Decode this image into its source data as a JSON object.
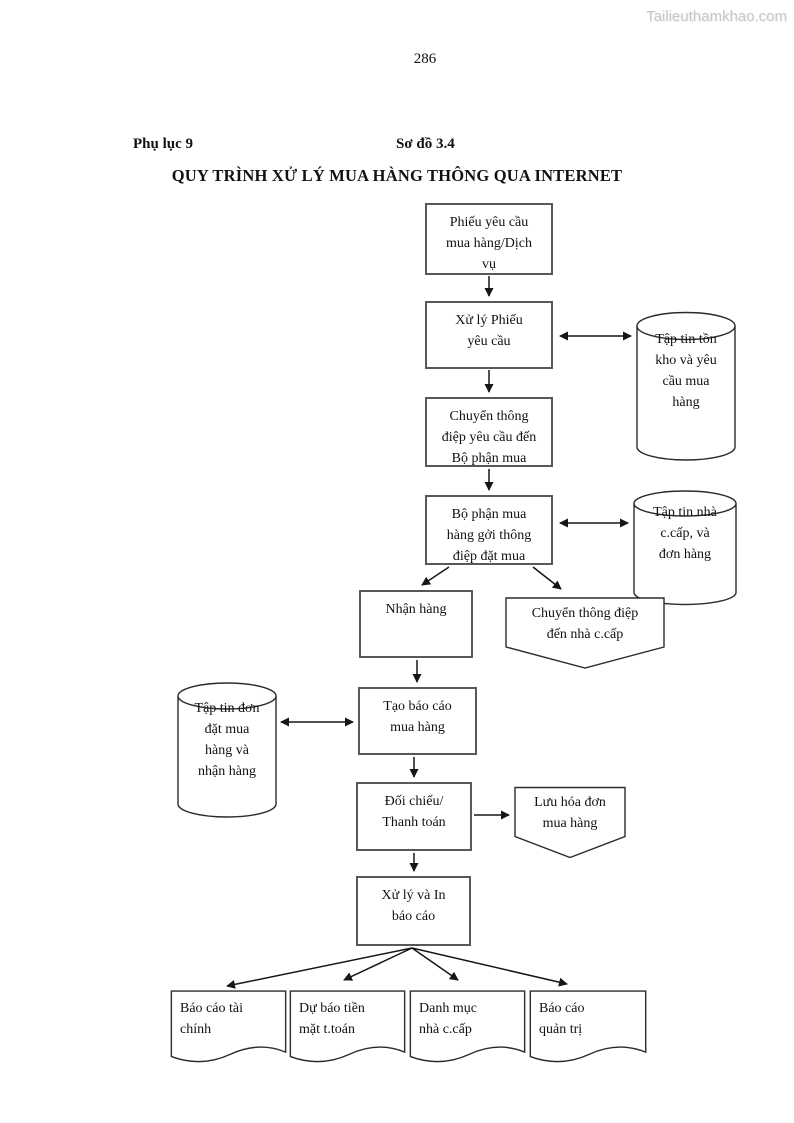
{
  "watermark": "Tailieuthamkhao.com",
  "page_number": "286",
  "header": {
    "appendix": "Phụ lục 9",
    "diagram_number": "Sơ đồ 3.4",
    "title": "QUY TRÌNH XỬ LÝ MUA HÀNG THÔNG QUA INTERNET"
  },
  "colors": {
    "box_border": "#585858",
    "shape_stroke": "#2b2b2b",
    "connector": "#161616",
    "text": "#111111",
    "watermark": "#c7c7c7",
    "background": "#ffffff"
  },
  "flowchart": {
    "nodes": {
      "request_form": {
        "shape": "rect",
        "label": "Phiếu yêu cầu\nmua hàng/Dịch\nvụ"
      },
      "process_request": {
        "shape": "rect",
        "label": "Xử lý Phiếu\nyêu cầu"
      },
      "inventory_file": {
        "shape": "cylinder",
        "label": "Tập tin tồn\nkho và yêu\ncầu mua\nhàng"
      },
      "send_request_message": {
        "shape": "rect",
        "label": "Chuyển thông\nđiệp yêu cầu đến\nBộ phận mua"
      },
      "purchasing_dept_order": {
        "shape": "rect",
        "label": "Bộ phận mua\nhàng gởi thông\nđiệp đặt mua"
      },
      "supplier_file": {
        "shape": "cylinder",
        "label": "Tập tin nhà\nc.cấp, và\nđơn hàng"
      },
      "receive_goods": {
        "shape": "rect",
        "label": "Nhận hàng"
      },
      "send_message_supplier": {
        "shape": "pentagon-down",
        "label": "Chuyển thông điệp\nđến nhà c.cấp"
      },
      "purchase_order_file": {
        "shape": "cylinder",
        "label": "Tập tin đơn\nđặt mua\nhàng và\nnhận hàng"
      },
      "create_purchase_report": {
        "shape": "rect",
        "label": "Tạo báo cáo\nmua hàng"
      },
      "reconcile_payment": {
        "shape": "rect",
        "label": "Đối chiếu/\nThanh toán"
      },
      "store_invoice": {
        "shape": "pentagon-down",
        "label": "Lưu hóa đơn\nmua hàng"
      },
      "process_print_reports": {
        "shape": "rect",
        "label": "Xử lý và In\nbáo cáo"
      },
      "financial_report": {
        "shape": "document",
        "label": "Báo cáo tài\nchính"
      },
      "cash_forecast": {
        "shape": "document",
        "label": "Dự báo tiền\nmặt t.toán"
      },
      "supplier_list": {
        "shape": "document",
        "label": "Danh mục\nnhà c.cấp"
      },
      "management_report": {
        "shape": "document",
        "label": "Báo cáo\nquản trị"
      }
    },
    "edges": [
      {
        "from": "request_form",
        "to": "process_request",
        "type": "arrow"
      },
      {
        "from": "process_request",
        "to": "inventory_file",
        "type": "double-arrow"
      },
      {
        "from": "process_request",
        "to": "send_request_message",
        "type": "arrow"
      },
      {
        "from": "send_request_message",
        "to": "purchasing_dept_order",
        "type": "arrow"
      },
      {
        "from": "purchasing_dept_order",
        "to": "supplier_file",
        "type": "double-arrow"
      },
      {
        "from": "purchasing_dept_order",
        "to": "receive_goods",
        "type": "arrow"
      },
      {
        "from": "purchasing_dept_order",
        "to": "send_message_supplier",
        "type": "arrow"
      },
      {
        "from": "receive_goods",
        "to": "create_purchase_report",
        "type": "arrow"
      },
      {
        "from": "purchase_order_file",
        "to": "create_purchase_report",
        "type": "double-arrow"
      },
      {
        "from": "create_purchase_report",
        "to": "reconcile_payment",
        "type": "arrow"
      },
      {
        "from": "reconcile_payment",
        "to": "store_invoice",
        "type": "arrow"
      },
      {
        "from": "reconcile_payment",
        "to": "process_print_reports",
        "type": "arrow"
      },
      {
        "from": "process_print_reports",
        "to": "financial_report",
        "type": "arrow"
      },
      {
        "from": "process_print_reports",
        "to": "cash_forecast",
        "type": "arrow"
      },
      {
        "from": "process_print_reports",
        "to": "supplier_list",
        "type": "arrow"
      },
      {
        "from": "process_print_reports",
        "to": "management_report",
        "type": "arrow"
      }
    ]
  }
}
